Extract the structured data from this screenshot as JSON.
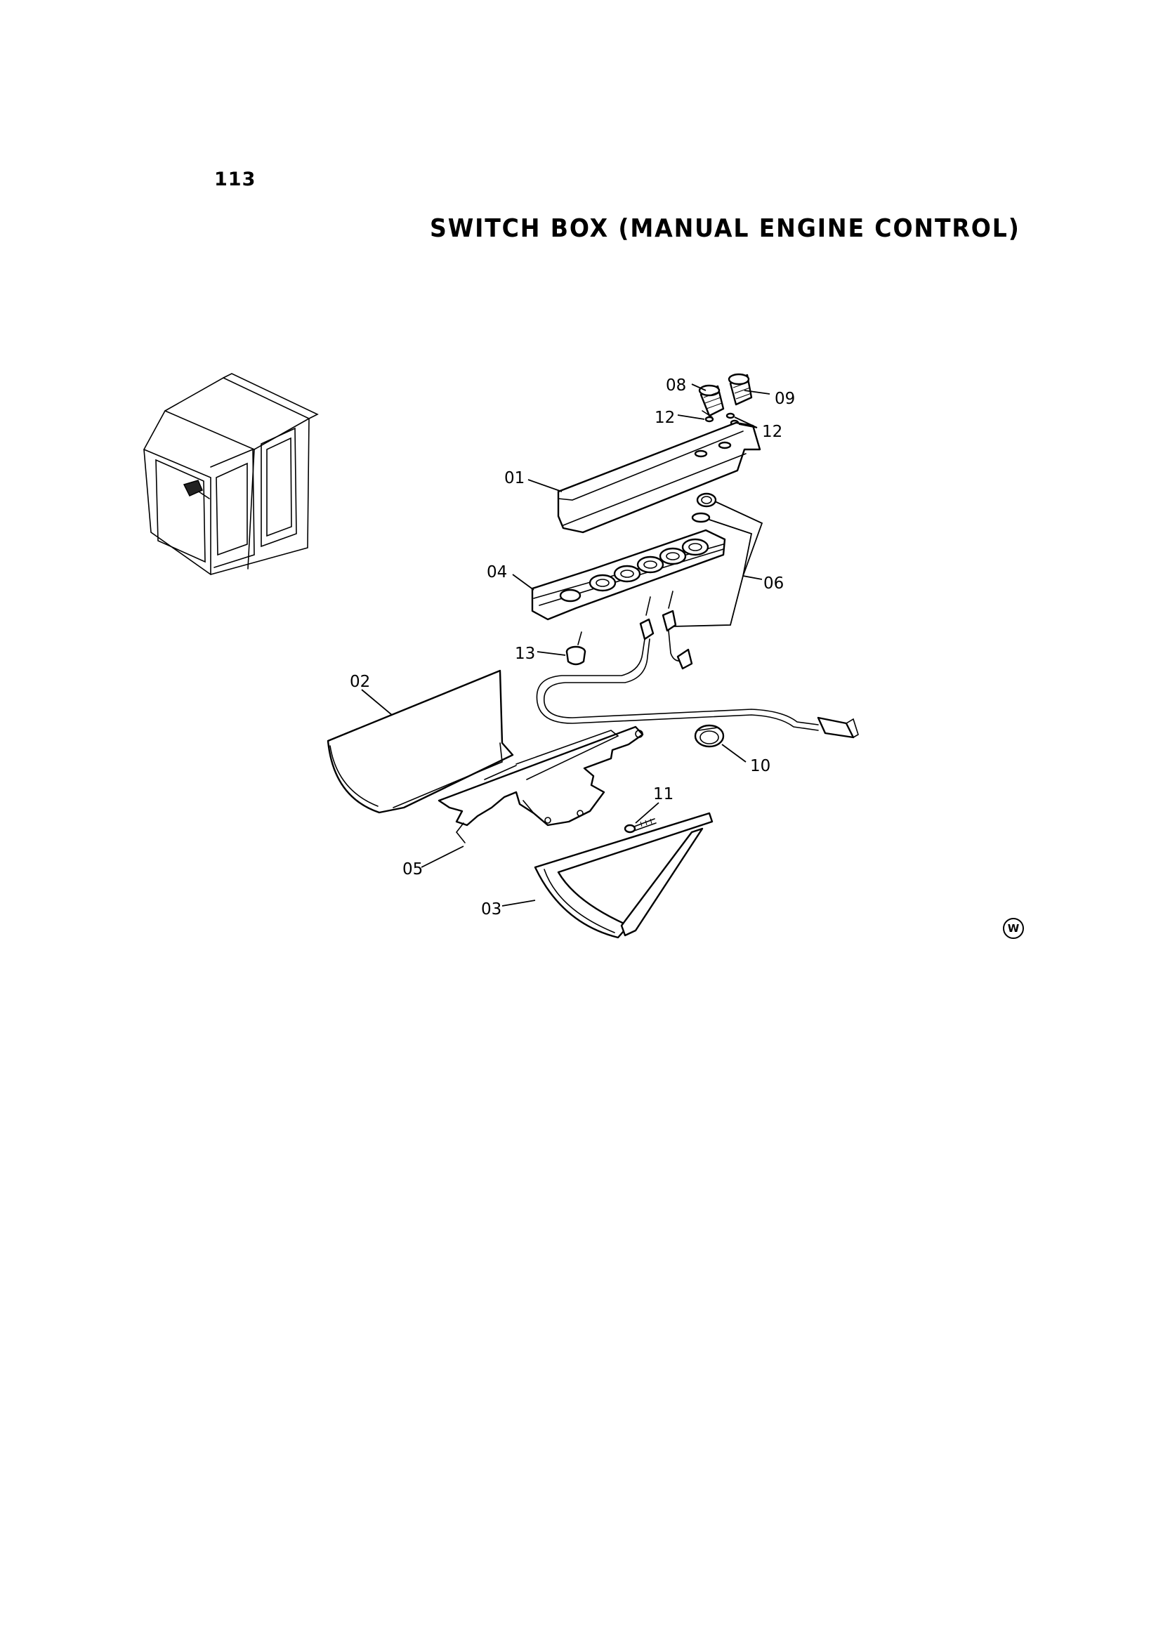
{
  "page_number": "113",
  "title": "SWITCH BOX (MANUAL ENGINE CONTROL)",
  "callouts": [
    "08",
    "09",
    "12",
    "12",
    "01",
    "04",
    "06",
    "13",
    "02",
    "10",
    "11",
    "05",
    "03"
  ],
  "corner_mark": "W"
}
